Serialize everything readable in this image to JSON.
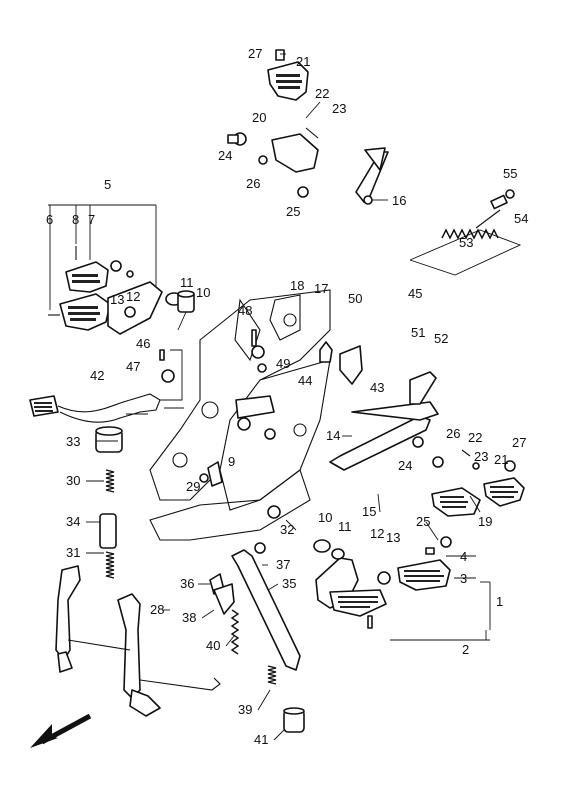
{
  "diagram": {
    "callouts": [
      "27",
      "21",
      "22",
      "23",
      "20",
      "24",
      "26",
      "25",
      "16",
      "55",
      "54",
      "53",
      "5",
      "6",
      "8",
      "7",
      "13",
      "12",
      "11",
      "10",
      "18",
      "17",
      "50",
      "45",
      "48",
      "46",
      "49",
      "51",
      "52",
      "47",
      "44",
      "43",
      "42",
      "9",
      "14",
      "26",
      "22",
      "23",
      "27",
      "33",
      "24",
      "21",
      "30",
      "29",
      "15",
      "19",
      "25",
      "34",
      "32",
      "10",
      "11",
      "12",
      "13",
      "4",
      "31",
      "37",
      "3",
      "36",
      "35",
      "28",
      "38",
      "1",
      "40",
      "2",
      "39",
      "41"
    ],
    "direction_arrow": "front-arrow-icon"
  }
}
